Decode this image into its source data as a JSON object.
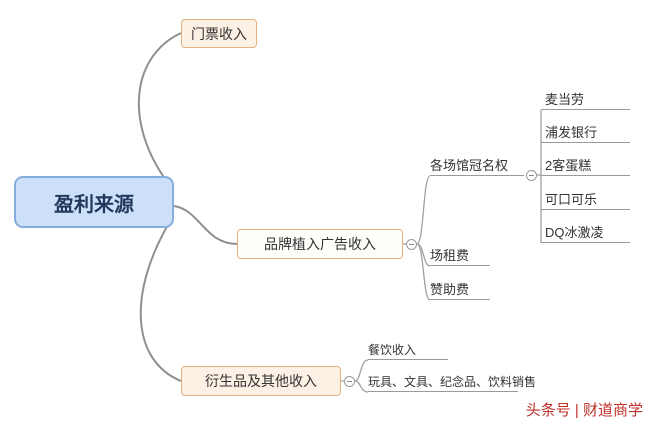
{
  "root": {
    "label": "盈利来源"
  },
  "branches": {
    "ticket": {
      "label": "门票收入"
    },
    "brand": {
      "label": "品牌植入广告收入"
    },
    "derivative": {
      "label": "衍生品及其他收入"
    }
  },
  "brand_children": {
    "naming": {
      "label": "各场馆冠名权"
    },
    "venue_fee": {
      "label": "场租费"
    },
    "sponsorship_fee": {
      "label": "赞助费"
    }
  },
  "naming_children": [
    {
      "label": "麦当劳"
    },
    {
      "label": "浦发银行"
    },
    {
      "label": "2客蛋糕"
    },
    {
      "label": "可口可乐"
    },
    {
      "label": "DQ冰激凌"
    }
  ],
  "derivative_children": [
    {
      "label": "餐饮收入"
    },
    {
      "label": "玩具、文具、纪念品、饮料销售"
    }
  ],
  "watermark": {
    "label": "头条号 | 财道商学"
  },
  "colors": {
    "root_fill": "#cce1f9",
    "root_border": "#85aede",
    "branch_fill": "#fdf0e4",
    "branch_border": "#e3b183",
    "line": "#9a9a9a",
    "watermark": "#bf3028"
  }
}
